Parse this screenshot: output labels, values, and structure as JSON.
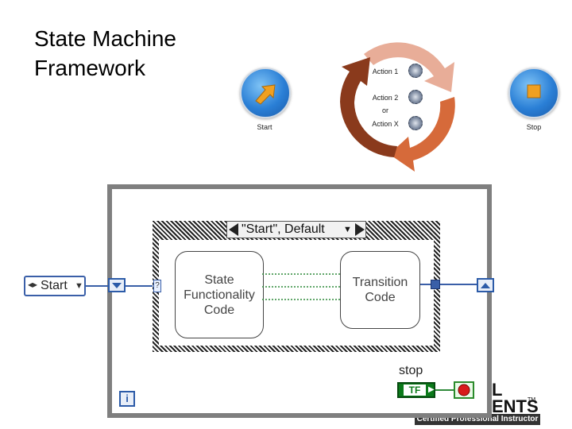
{
  "slide": {
    "title": "State Machine\nFramework"
  },
  "diagram": {
    "start_label": "Start",
    "stop_label": "Stop",
    "actions": [
      "Action 1",
      "Action 2",
      "or",
      "Action X"
    ]
  },
  "block_diagram": {
    "enum_value": "Start",
    "case_selector": "\"Start\", Default",
    "state_box": "State\nFunctionality\nCode",
    "transition_box": "Transition\nCode",
    "stop_label": "stop",
    "bool_text": "TF",
    "selector_terminal": "?",
    "iteration_terminal": "i"
  },
  "logo": {
    "line1": "L",
    "line2": "ENTS",
    "trademark": "TM",
    "bar_text": "Certified Professional Instructor"
  },
  "colors": {
    "cycle_dark": "#8a3a1c",
    "cycle_mid": "#d66a3a",
    "cycle_light": "#e8ad98",
    "wire_blue": "#3a5fa8",
    "wire_green": "#2f8a3a",
    "loop_gray": "#7f7f7f"
  }
}
